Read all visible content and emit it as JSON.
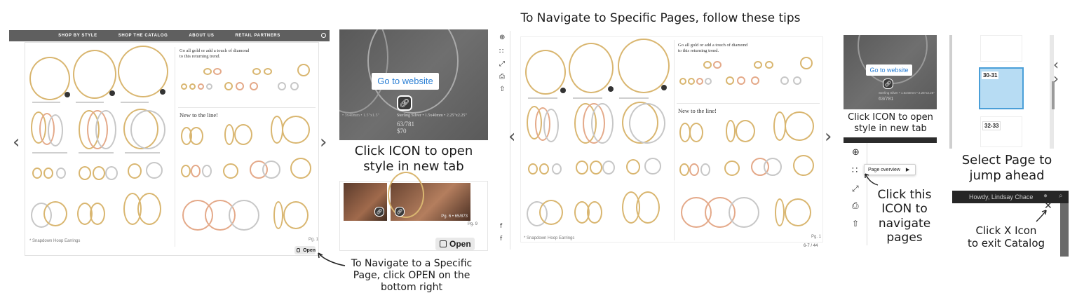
{
  "panel1": {
    "nav": [
      "SHOP BY STYLE",
      "SHOP THE CATALOG",
      "ABOUT US",
      "RETAIL PARTNERS"
    ],
    "blurb": "Go all gold or add a touch of diamond\nto this returning trend.",
    "section": "New to the line!",
    "page_num": "Pg. 1",
    "footnote": "* Snapdown Hoop Earrings",
    "open_label": "Open"
  },
  "panel2": {
    "goto_label": "Go to website",
    "product_text": "Sterling Silver • 1.5x40mm • 2.25\"x2.25\"",
    "left_text": "• 3x40mm • 1.5\"x1.5\"",
    "product_code": "63/781",
    "product_price": "$70",
    "tip": "Click ICON to open\nstyle in new tab",
    "photo_caption": "Pg. 6 • 65/873",
    "page_num": "Pg. 9",
    "open_label": "Open"
  },
  "panel1_tip": "To Navigate to a Specific\nPage, click OPEN on the\nbottom right",
  "heading": "To Navigate to Specific Pages, follow these tips",
  "panel3": {
    "blurb": "Go all gold or add a touch of diamond\nto this returning trend.",
    "section": "New to the line!",
    "page_num": "Pg. 1",
    "footnote": "* Snapdown Hoop Earrings",
    "pager": "6-7 / 44"
  },
  "panel4": {
    "goto_label": "Go to website",
    "product_text": "Sterling Silver • 1.5x40mm • 2.25\"x2.25\"",
    "product_code": "63/781",
    "tip1": "Click ICON to open\nstyle in new tab",
    "popover": "Page overview",
    "tip2": "Click this\nICON to\nnavigate\npages"
  },
  "panel5": {
    "pages": [
      "30-31",
      "32-33"
    ],
    "tip1": "Select Page to\njump ahead",
    "user": "Howdy, Lindsay Chace",
    "tip2": "Click X Icon\nto exit Catalog"
  },
  "colors": {
    "gold": "#d9b670",
    "rose": "#e4a989",
    "white_gold": "#c7c7c7",
    "link_blue": "#2a7fd4",
    "nav_grey": "#5f5f5f",
    "selected_page": "#4a9fd8"
  },
  "icons": [
    "chevron-left-icon",
    "chevron-right-icon",
    "link-icon",
    "open-icon",
    "zoom-in-icon",
    "grid-icon",
    "expand-icon",
    "print-icon",
    "share-icon",
    "play-icon",
    "close-icon",
    "search-icon"
  ]
}
